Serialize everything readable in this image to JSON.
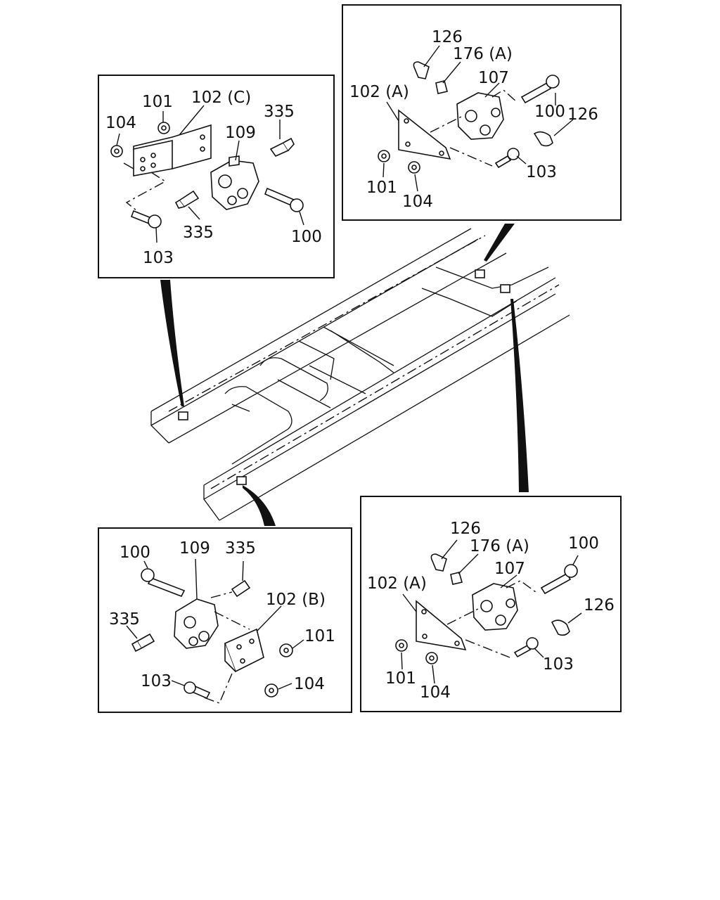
{
  "callouts": {
    "box_a": [
      "101",
      "102 (C)",
      "104",
      "335",
      "109",
      "335",
      "100",
      "103"
    ],
    "box_b": [
      "126",
      "176 (A)",
      "107",
      "102 (A)",
      "100",
      "126",
      "101",
      "103",
      "104"
    ],
    "box_c": [
      "100",
      "109",
      "335",
      "102 (B)",
      "335",
      "101",
      "103",
      "104"
    ],
    "box_d": [
      "126",
      "176 (A)",
      "107",
      "100",
      "102 (A)",
      "126",
      "103",
      "101",
      "104"
    ]
  }
}
